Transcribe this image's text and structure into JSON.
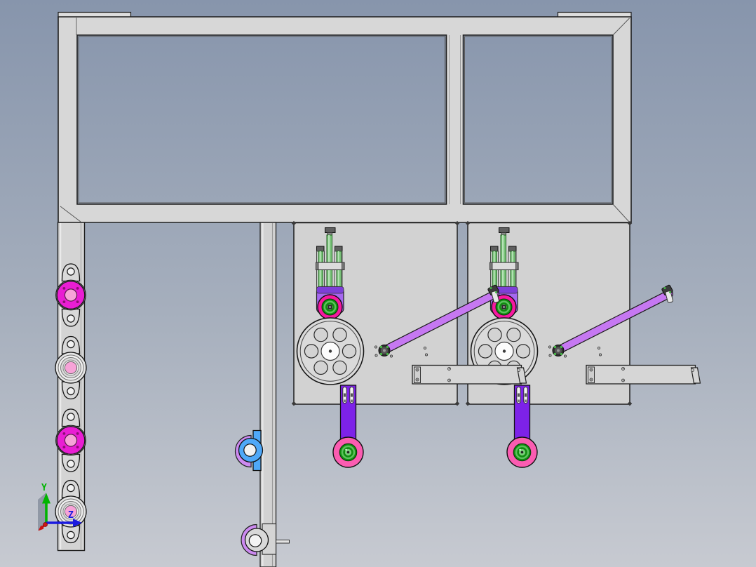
{
  "scene": {
    "description": "cad-assembly-viewport",
    "axis_labels": {
      "y": "Y",
      "z": "Z"
    },
    "counts": {
      "stations": 2,
      "column_bearings": 4,
      "wheel_holes": 6,
      "frame_windows": 2
    }
  },
  "colors": {
    "bg_top": "#8795ac",
    "bg_mid": "#a6afbd",
    "bg_bottom": "#c7cad1",
    "frame_gray": "#d7d7d7",
    "panel_gray": "#d2d2d2",
    "rail_gray": "#d2d2d2",
    "column_gray": "#d4d4d4",
    "wheel_gray": "#dadada",
    "outline": "#1f1f1f",
    "flange_magenta": "#e91ed3",
    "hub_pink": "#f7a3d8",
    "roller_magenta": "#f618a0",
    "roller_pink": "#fb5cb1",
    "bearing_green_dark": "#118c11",
    "bearing_green_light": "#5cc25c",
    "rod_green": "#79c279",
    "link_purple": "#7d22e8",
    "block_purple": "#a668f0",
    "block_purple_dark": "#7e3fd8",
    "arm_violet": "#c678f2",
    "clevis_blue": "#4fa8f8",
    "crescent_violet": "#cc8af0",
    "axis_y_green": "#00b400",
    "axis_z_blue": "#1a1ae0",
    "axis_x_red": "#cc1111"
  }
}
